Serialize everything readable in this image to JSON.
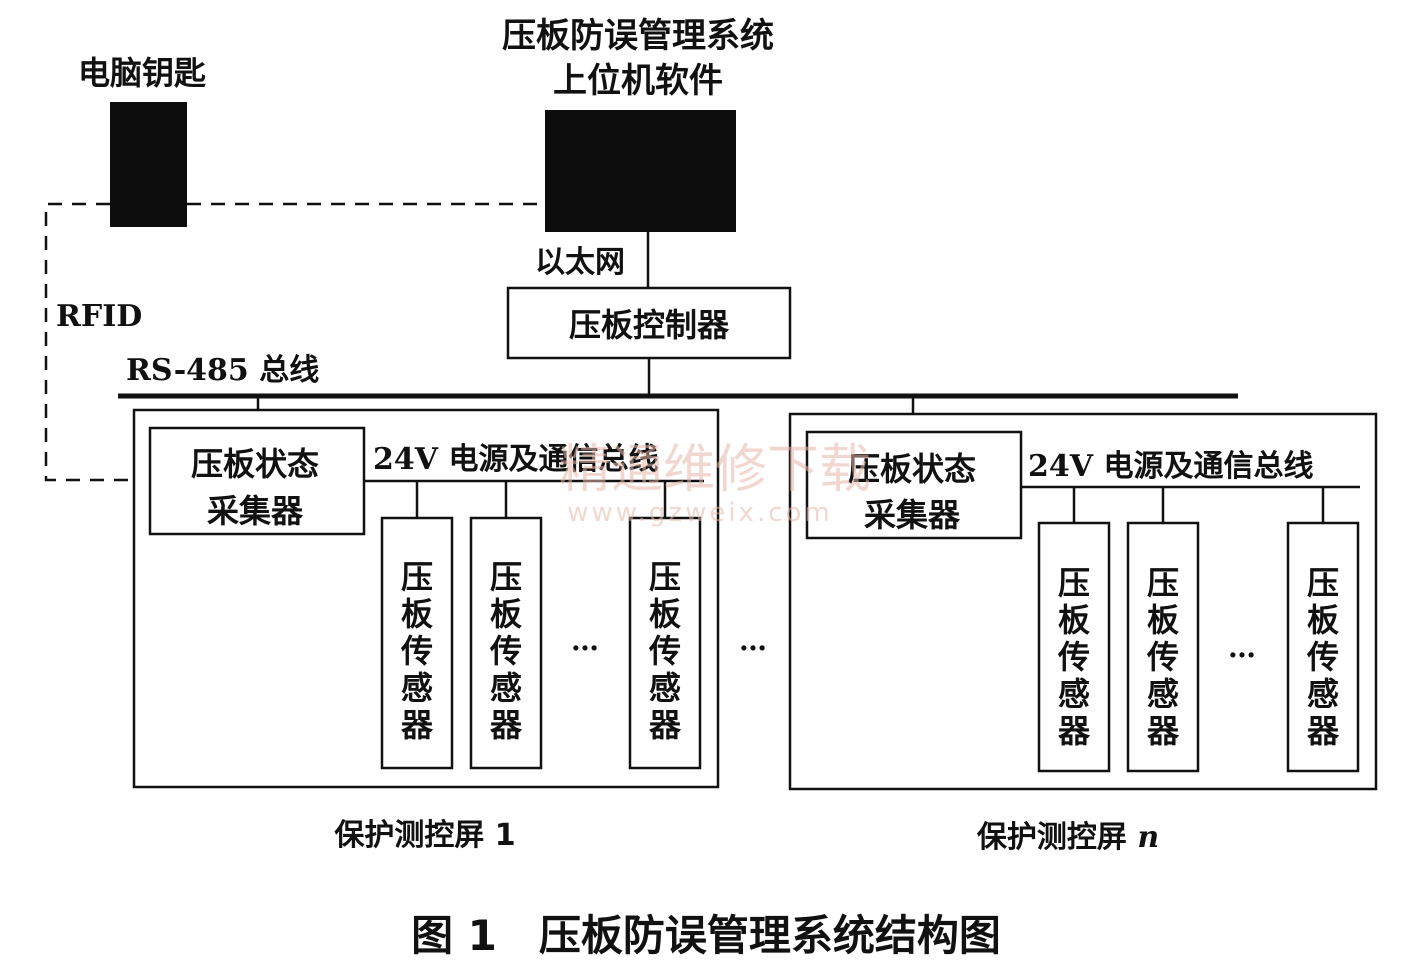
{
  "computer_key": {
    "label": "电脑钥匙"
  },
  "upper_pc": {
    "line1": "压板防误管理系统",
    "line2": "上位机软件"
  },
  "ethernet_label": "以太网",
  "controller_label": "压板控制器",
  "rfid_label": "RFID",
  "rs485_label": "RS-485 总线",
  "panels": [
    {
      "collector": {
        "line1": "压板状态",
        "line2": "采集器"
      },
      "bus_label": "24V 电源及通信总线",
      "sensor_chars": [
        "压",
        "板",
        "传",
        "感",
        "器"
      ],
      "ellipsis": "…",
      "caption": "保护测控屏 1"
    },
    {
      "collector": {
        "line1": "压板状态",
        "line2": "采集器"
      },
      "bus_label": "24V 电源及通信总线",
      "sensor_chars": [
        "压",
        "板",
        "传",
        "感",
        "器"
      ],
      "ellipsis": "…",
      "caption_prefix": "保护测控屏 ",
      "caption_var": "n"
    }
  ],
  "between_ellipsis": "…",
  "figure_caption": "图 1　压板防误管理系统结构图",
  "watermark": {
    "line1": "精通维修下载",
    "line2": "www.gzweix.com"
  }
}
